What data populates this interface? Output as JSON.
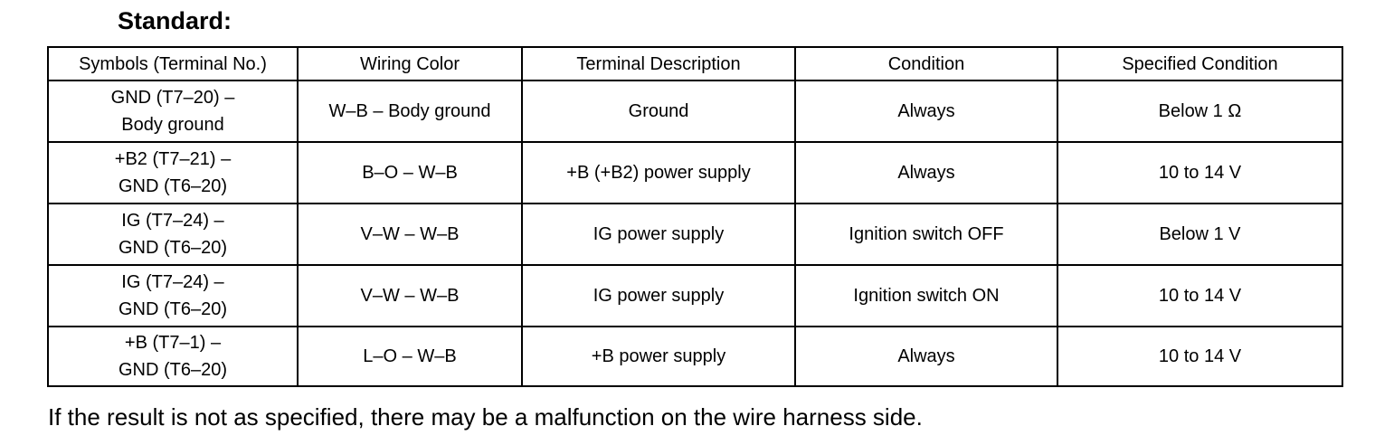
{
  "heading": "Standard:",
  "table": {
    "columns": [
      "Symbols (Terminal No.)",
      "Wiring Color",
      "Terminal Description",
      "Condition",
      "Specified Condition"
    ],
    "rows": [
      {
        "symbol": [
          "GND (T7–20) –",
          "Body ground"
        ],
        "wiring_color": "W–B – Body ground",
        "terminal_description": "Ground",
        "condition": "Always",
        "specified_condition": "Below 1 Ω"
      },
      {
        "symbol": [
          "+B2 (T7–21) –",
          "GND (T6–20)"
        ],
        "wiring_color": "B–O – W–B",
        "terminal_description": "+B (+B2) power supply",
        "condition": "Always",
        "specified_condition": "10 to 14 V"
      },
      {
        "symbol": [
          "IG (T7–24) –",
          "GND (T6–20)"
        ],
        "wiring_color": "V–W – W–B",
        "terminal_description": "IG power supply",
        "condition": "Ignition switch OFF",
        "specified_condition": "Below 1 V"
      },
      {
        "symbol": [
          "IG (T7–24) –",
          "GND (T6–20)"
        ],
        "wiring_color": "V–W – W–B",
        "terminal_description": "IG power supply",
        "condition": "Ignition switch ON",
        "specified_condition": "10 to 14 V"
      },
      {
        "symbol": [
          "+B (T7–1) –",
          "GND (T6–20)"
        ],
        "wiring_color": "L–O – W–B",
        "terminal_description": "+B power supply",
        "condition": "Always",
        "specified_condition": "10 to 14 V"
      }
    ]
  },
  "note": "If the result is not as specified, there may be a malfunction on the wire harness side."
}
